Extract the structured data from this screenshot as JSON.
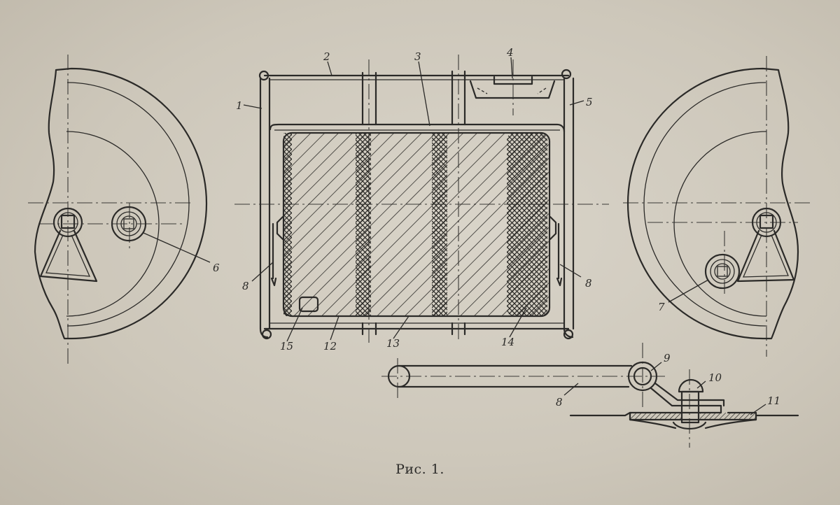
{
  "figure": {
    "caption": "Рис. 1.",
    "callouts": [
      "1",
      "2",
      "3",
      "4",
      "5",
      "6",
      "7",
      "8",
      "8",
      "8",
      "9",
      "10",
      "11",
      "12",
      "13",
      "14",
      "15"
    ]
  }
}
